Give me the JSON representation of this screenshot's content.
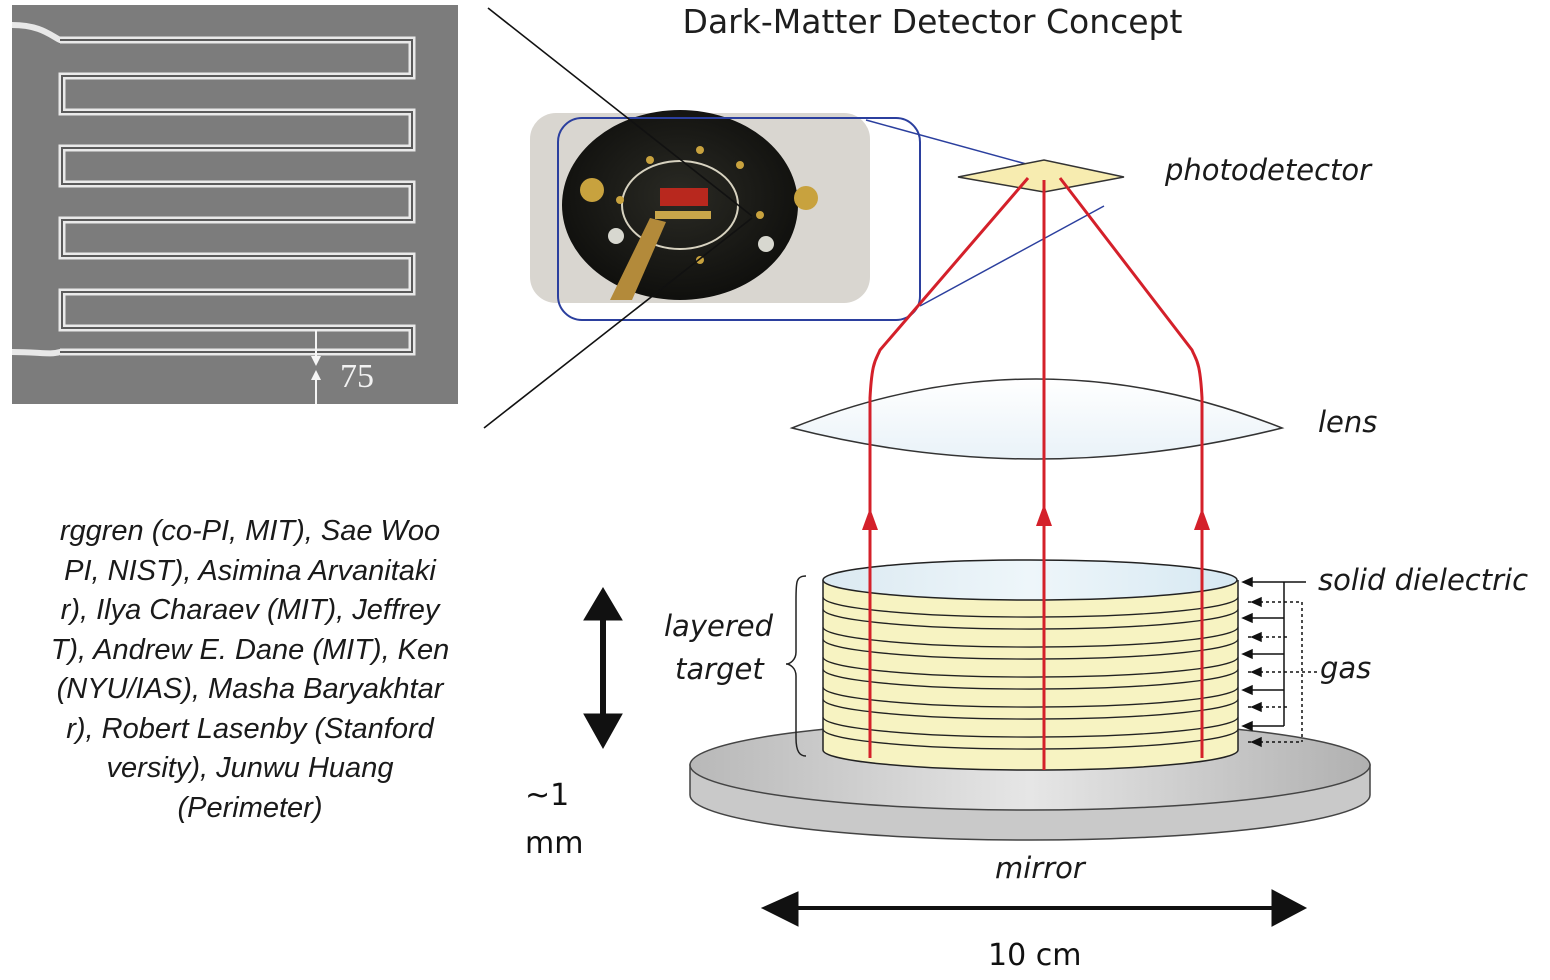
{
  "title": "Dark-Matter Detector Concept",
  "labels": {
    "photodetector": "photodetector",
    "lens": "lens",
    "solid_dielectric": "solid dielectric",
    "gas": "gas",
    "layered_target_line1": "layered",
    "layered_target_line2": "target",
    "mirror": "mirror"
  },
  "scales": {
    "thickness_line1": "~1",
    "thickness_line2": "mm",
    "width": "10 cm",
    "sem_dimension": "75"
  },
  "credits": [
    "rggren (co-PI, MIT), Sae Woo",
    "PI, NIST), Asimina Arvanitaki",
    "r), Ilya Charaev (MIT), Jeffrey",
    "T), Andrew E. Dane (MIT), Ken",
    "(NYU/IAS), Masha Baryakhtar",
    "r), Robert Lasenby (Stanford",
    "versity), Junwu Huang",
    "(Perimeter)"
  ],
  "colors": {
    "ray": "#d4202a",
    "inset_frame": "#2b3f9e",
    "layer_fill": "#f7f3c2",
    "sem_bg": "#7d7d7d"
  },
  "icons": [
    "sem-nanowire-micrograph",
    "circuit-board-photo",
    "double-arrow-icon"
  ]
}
